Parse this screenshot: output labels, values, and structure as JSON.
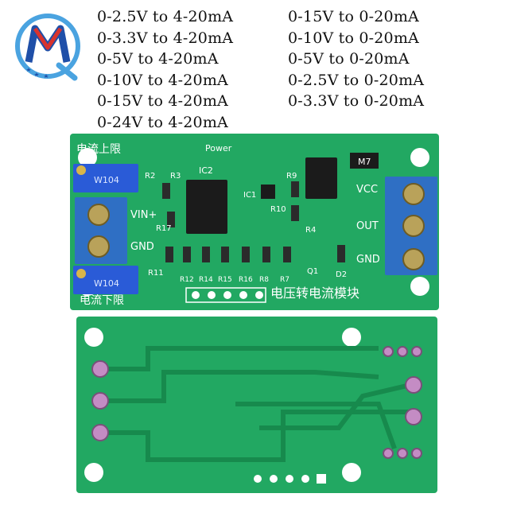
{
  "logo": {
    "letter": "M",
    "colors": {
      "blue": "#1f4fa8",
      "red": "#d8332e",
      "light_blue": "#4aa3e0"
    }
  },
  "specs": {
    "left": [
      "0-2.5V to 4-20mA",
      "0-3.3V to 4-20mA",
      "0-5V to 4-20mA",
      "0-10V to 4-20mA",
      "0-15V to 4-20mA",
      "0-24V to 4-20mA"
    ],
    "right": [
      "0-15V to 0-20mA",
      "0-10V to 0-20mA",
      "0-5V to 0-20mA",
      "0-2.5V to 0-20mA",
      "0-3.3V to 0-20mA"
    ]
  },
  "board_top": {
    "title": "电压转电流模块",
    "upper_limit": "电流上限",
    "lower_limit": "电流下限",
    "power": "Power",
    "pot_top": "W104",
    "pot_bottom": "W104",
    "vin": "VIN+",
    "gnd_left": "GND",
    "vcc": "VCC",
    "out": "OUT",
    "gnd_right": "GND",
    "chip1": "IC2",
    "chip2": "IC1",
    "m7": "M7",
    "refs": [
      "R2",
      "R3",
      "R17",
      "R11",
      "R10",
      "R9",
      "R4",
      "Q1",
      "D2",
      "R12",
      "R14",
      "R15",
      "R16",
      "R8",
      "R7"
    ],
    "colors": {
      "pcb": "#22a862",
      "pcb_dark": "#178a4d",
      "terminal": "#2f6fc4",
      "pot": "#2a5bd7"
    }
  }
}
